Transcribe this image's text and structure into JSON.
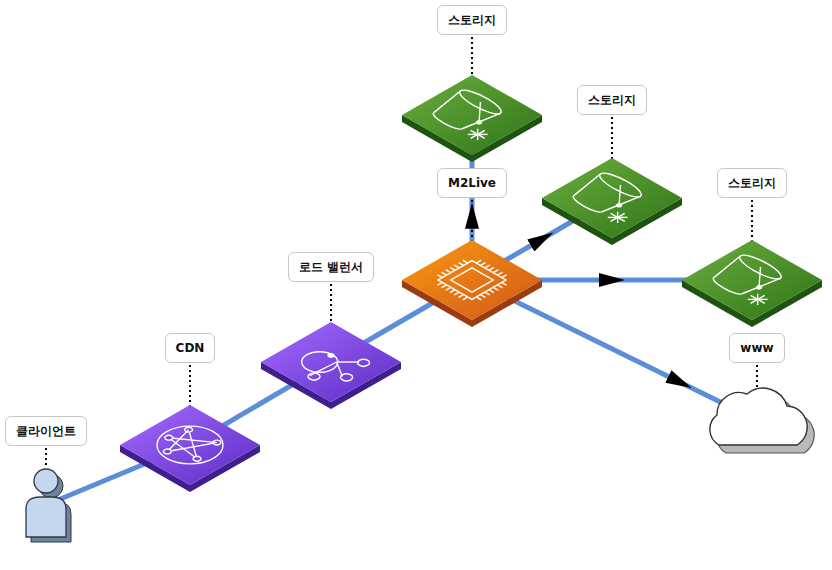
{
  "diagram": {
    "nodes": [
      {
        "text": [
          "클라이언트"
        ]
      },
      {
        "text": [
          "CDN"
        ]
      },
      {
        "text": [
          "로드 밸런서"
        ]
      },
      {
        "text": [
          "M2Live"
        ]
      },
      {
        "text": [
          "스토리지"
        ]
      },
      {
        "text": [
          "스토리지"
        ]
      },
      {
        "text": [
          "스토리지"
        ]
      },
      {
        "text": [
          "www"
        ]
      }
    ],
    "edges": [
      {
        "from": 0,
        "to": 1,
        "arrow": "none"
      },
      {
        "from": 1,
        "to": 2,
        "arrow": "none"
      },
      {
        "from": 2,
        "to": 3,
        "arrow": "none"
      },
      {
        "from": 3,
        "to": 4,
        "arrow": "to"
      },
      {
        "from": 3,
        "to": 5,
        "arrow": "to"
      },
      {
        "from": 3,
        "to": 6,
        "arrow": "to"
      },
      {
        "from": 3,
        "to": 7,
        "arrow": "to"
      }
    ]
  }
}
